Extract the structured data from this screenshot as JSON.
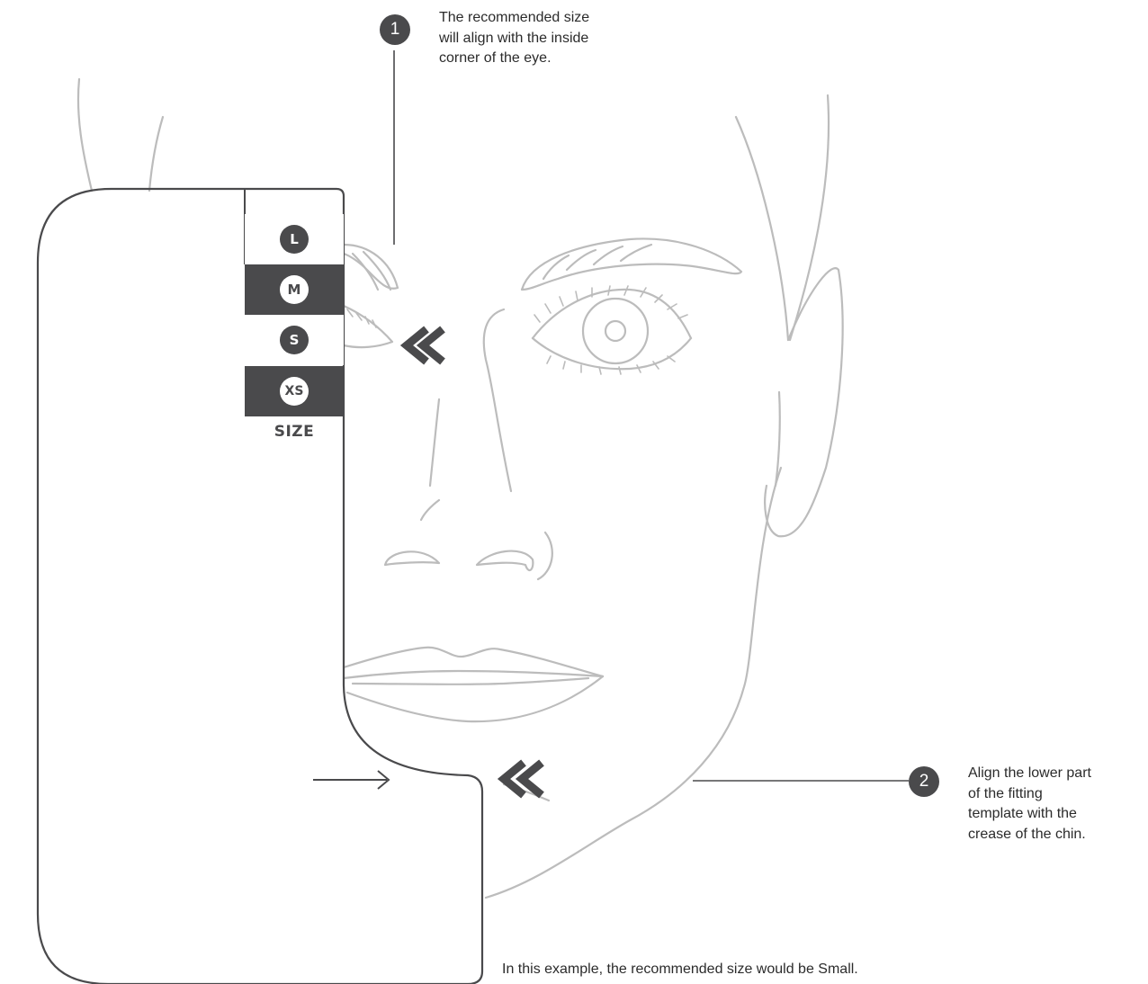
{
  "callouts": [
    {
      "number": "1",
      "text": "The recommended size\nwill align with the inside\ncorner of the eye."
    },
    {
      "number": "2",
      "text": "Align the lower part\nof the fitting\ntemplate with the\ncrease of the chin."
    }
  ],
  "sizes": [
    "L",
    "M",
    "S",
    "XS"
  ],
  "size_caption": "SIZE",
  "footer_note": "In this example, the recommended size would be Small.",
  "colors": {
    "face_line": "#bcbcbc",
    "template_outline": "#4a4a4c",
    "accent_dark": "#4a4a4c"
  }
}
